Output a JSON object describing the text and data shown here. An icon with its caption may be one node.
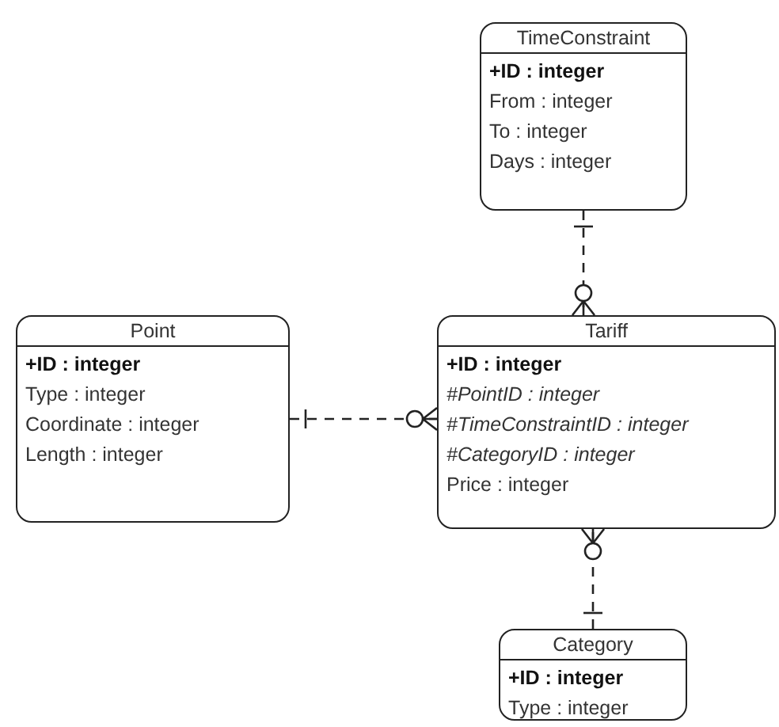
{
  "diagram": {
    "nodes": [
      {
        "text": [
          "TimeConstraint",
          "+ID : integer",
          "From : integer",
          "To : integer",
          "Days : integer"
        ]
      },
      {
        "text": [
          "Point",
          "+ID : integer",
          "Type : integer",
          "Coordinate : integer",
          "Length : integer"
        ]
      },
      {
        "text": [
          "Tariff",
          "+ID : integer",
          "#PointID : integer",
          "#TimeConstraintID : integer",
          "#CategoryID : integer",
          "Price : integer"
        ]
      },
      {
        "text": [
          "Category",
          "+ID : integer",
          "Type : integer"
        ]
      }
    ],
    "edges": [
      {
        "from": 0,
        "to": 2,
        "arrow": "other",
        "style": "dashed"
      },
      {
        "from": 1,
        "to": 2,
        "arrow": "other",
        "style": "dashed"
      },
      {
        "from": 3,
        "to": 2,
        "arrow": "other",
        "style": "dashed"
      }
    ]
  }
}
